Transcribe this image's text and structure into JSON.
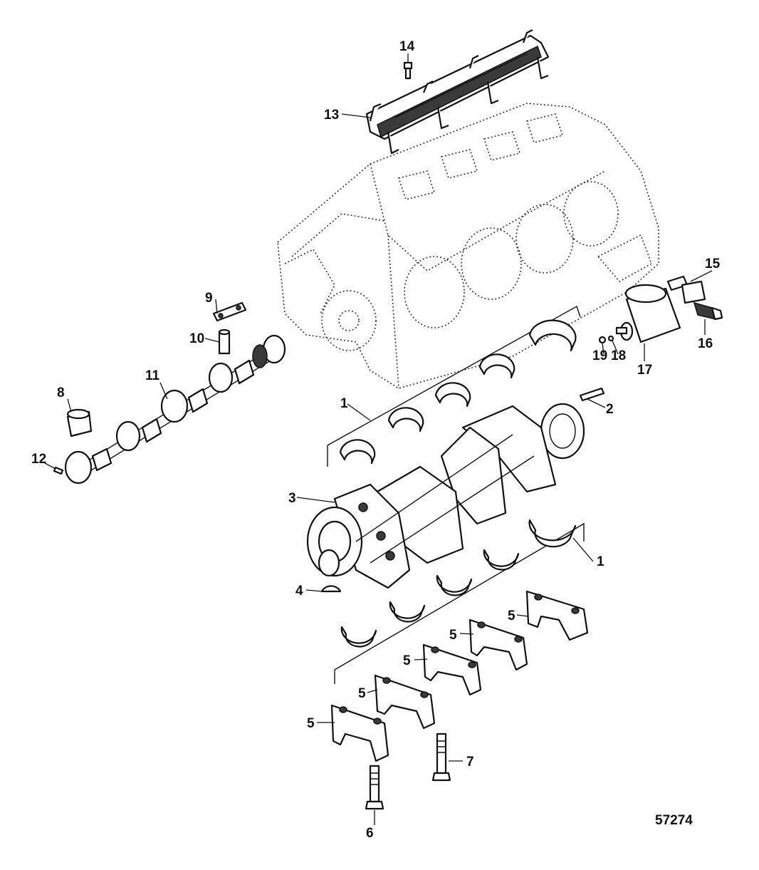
{
  "figure": {
    "figure_number": "57274",
    "callouts": [
      {
        "id": "c1a",
        "label": "1"
      },
      {
        "id": "c1b",
        "label": "1"
      },
      {
        "id": "c2",
        "label": "2"
      },
      {
        "id": "c3",
        "label": "3"
      },
      {
        "id": "c4",
        "label": "4"
      },
      {
        "id": "c5a",
        "label": "5"
      },
      {
        "id": "c5b",
        "label": "5"
      },
      {
        "id": "c5c",
        "label": "5"
      },
      {
        "id": "c5d",
        "label": "5"
      },
      {
        "id": "c5e",
        "label": "5"
      },
      {
        "id": "c6",
        "label": "6"
      },
      {
        "id": "c7",
        "label": "7"
      },
      {
        "id": "c8",
        "label": "8"
      },
      {
        "id": "c9",
        "label": "9"
      },
      {
        "id": "c10",
        "label": "10"
      },
      {
        "id": "c11",
        "label": "11"
      },
      {
        "id": "c12",
        "label": "12"
      },
      {
        "id": "c13",
        "label": "13"
      },
      {
        "id": "c14",
        "label": "14"
      },
      {
        "id": "c15",
        "label": "15"
      },
      {
        "id": "c16",
        "label": "16"
      },
      {
        "id": "c17",
        "label": "17"
      },
      {
        "id": "c18",
        "label": "18"
      },
      {
        "id": "c19",
        "label": "19"
      }
    ]
  }
}
